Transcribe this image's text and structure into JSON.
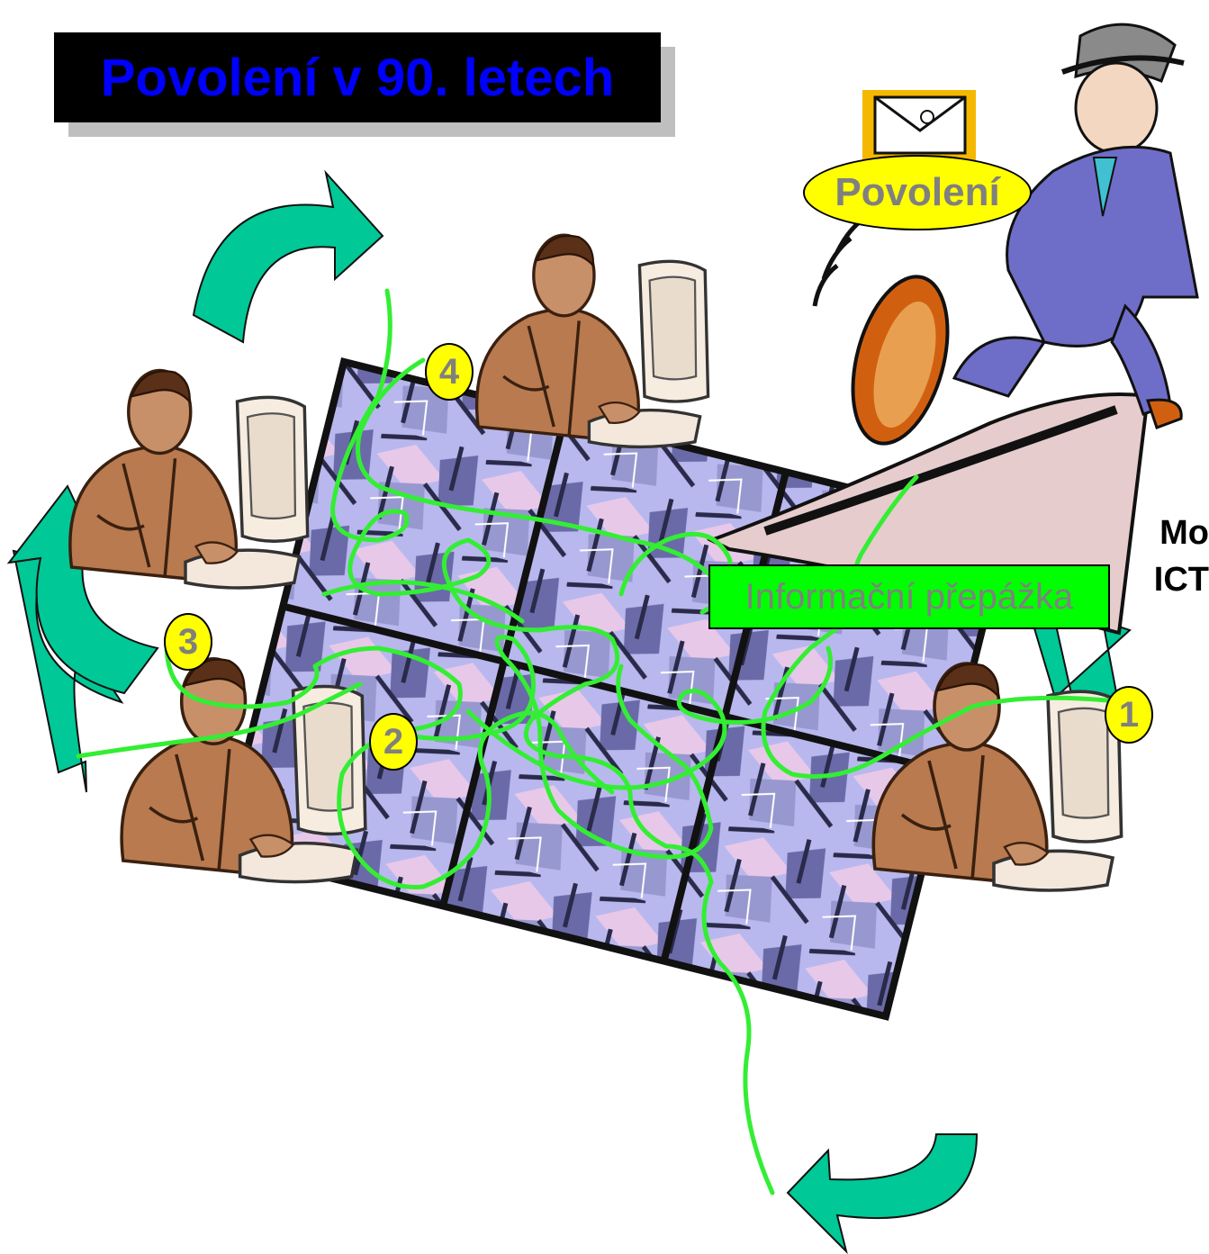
{
  "title": "Povolení v 90. letech",
  "permit_label": "Povolení",
  "info_desk_label": "Informační přepážka",
  "cut_text_lines": [
    "Mo",
    "ICT"
  ],
  "steps": [
    "1",
    "2",
    "3",
    "4"
  ],
  "colors": {
    "title_text": "#0000ff",
    "title_bg": "#000000",
    "arrow": "#00c896",
    "path_line": "#33ee33",
    "label_yellow": "#ffff00",
    "label_green": "#00ff00",
    "label_text": "#808080",
    "maze_fill": "#b8b8ee",
    "maze_dark": "#4a4a7a"
  },
  "icons": [
    "envelope-icon",
    "walking-official-icon",
    "clerk-at-computer-icon",
    "curved-arrow-icon"
  ]
}
